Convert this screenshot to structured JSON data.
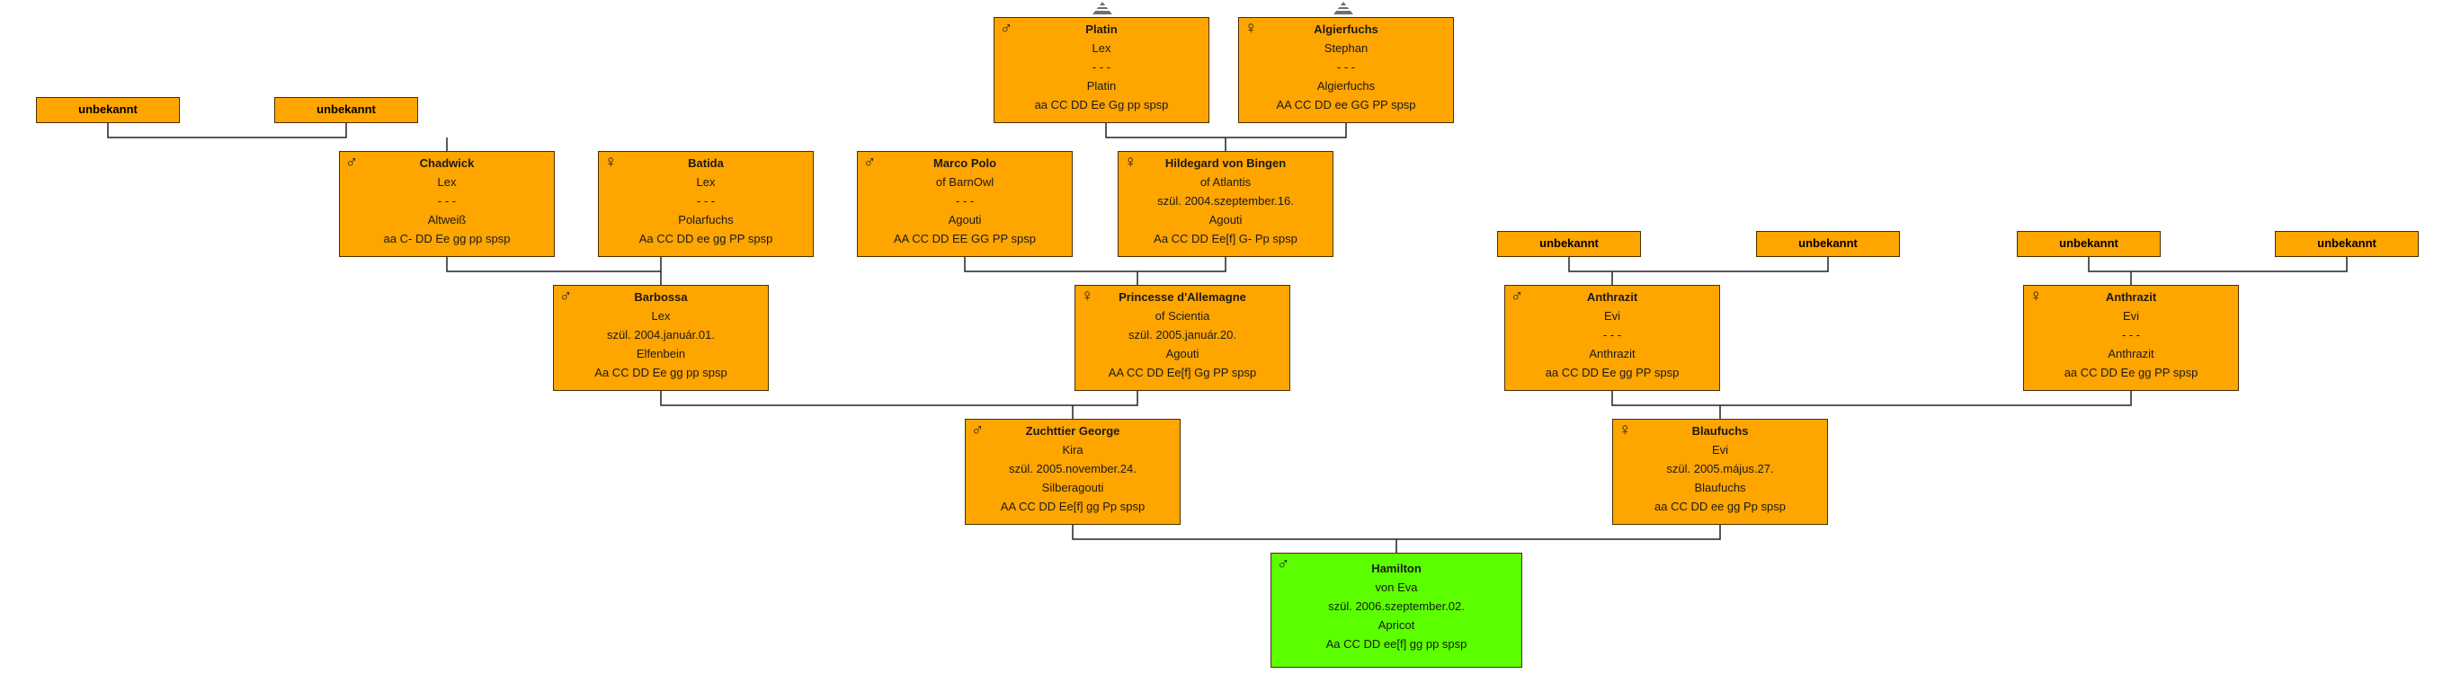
{
  "unknown_label": "unbekannt",
  "symbols": {
    "male": "♂",
    "female": "♀"
  },
  "colors": {
    "box": "#ffa500",
    "selected": "#5cff00",
    "line": "#222222",
    "border": "#4a3000"
  },
  "nodes": {
    "platin": {
      "gender": "male",
      "name": "Platin",
      "lines": [
        "Lex",
        "- - -",
        "Platin",
        "aa CC DD Ee Gg pp spsp"
      ]
    },
    "algierfuchs": {
      "gender": "female",
      "name": "Algierfuchs",
      "lines": [
        "Stephan",
        "- - -",
        "Algierfuchs",
        "AA CC DD ee GG PP spsp"
      ]
    },
    "chadwick": {
      "gender": "male",
      "name": "Chadwick",
      "lines": [
        "Lex",
        "- - -",
        "Altweiß",
        "aa C- DD Ee gg pp spsp"
      ]
    },
    "batida": {
      "gender": "female",
      "name": "Batida",
      "lines": [
        "Lex",
        "- - -",
        "Polarfuchs",
        "Aa CC DD ee gg PP spsp"
      ]
    },
    "marcopolo": {
      "gender": "male",
      "name": "Marco Polo",
      "lines": [
        "of BarnOwl",
        "- - -",
        "Agouti",
        "AA CC DD EE GG PP spsp"
      ]
    },
    "hildegard": {
      "gender": "female",
      "name": "Hildegard von Bingen",
      "lines": [
        "of Atlantis",
        "szül. 2004.szeptember.16.",
        "Agouti",
        "Aa CC DD Ee[f] G- Pp spsp"
      ]
    },
    "barbossa": {
      "gender": "male",
      "name": "Barbossa",
      "lines": [
        "Lex",
        "szül. 2004.január.01.",
        "Elfenbein",
        "Aa CC DD Ee gg pp spsp"
      ]
    },
    "princesse": {
      "gender": "female",
      "name": "Princesse d'Allemagne",
      "lines": [
        "of Scientia",
        "szül. 2005.január.20.",
        "Agouti",
        "AA CC DD Ee[f] Gg PP spsp"
      ]
    },
    "anthrazit_m": {
      "gender": "male",
      "name": "Anthrazit",
      "lines": [
        "Evi",
        "- - -",
        "Anthrazit",
        "aa CC DD Ee gg PP spsp"
      ]
    },
    "anthrazit_f": {
      "gender": "female",
      "name": "Anthrazit",
      "lines": [
        "Evi",
        "- - -",
        "Anthrazit",
        "aa CC DD Ee gg PP spsp"
      ]
    },
    "zuchttier": {
      "gender": "male",
      "name": "Zuchttier George",
      "lines": [
        "Kira",
        "szül. 2005.november.24.",
        "Silberagouti",
        "AA CC DD Ee[f] gg Pp spsp"
      ]
    },
    "blaufuchs": {
      "gender": "female",
      "name": "Blaufuchs",
      "lines": [
        "Evi",
        "szül. 2005.május.27.",
        "Blaufuchs",
        "aa CC DD ee gg Pp spsp"
      ]
    },
    "hamilton": {
      "gender": "male",
      "name": "Hamilton",
      "lines": [
        "von Eva",
        "szül. 2006.szeptember.02.",
        "Apricot",
        "Aa CC DD ee[f] gg pp spsp"
      ]
    }
  }
}
